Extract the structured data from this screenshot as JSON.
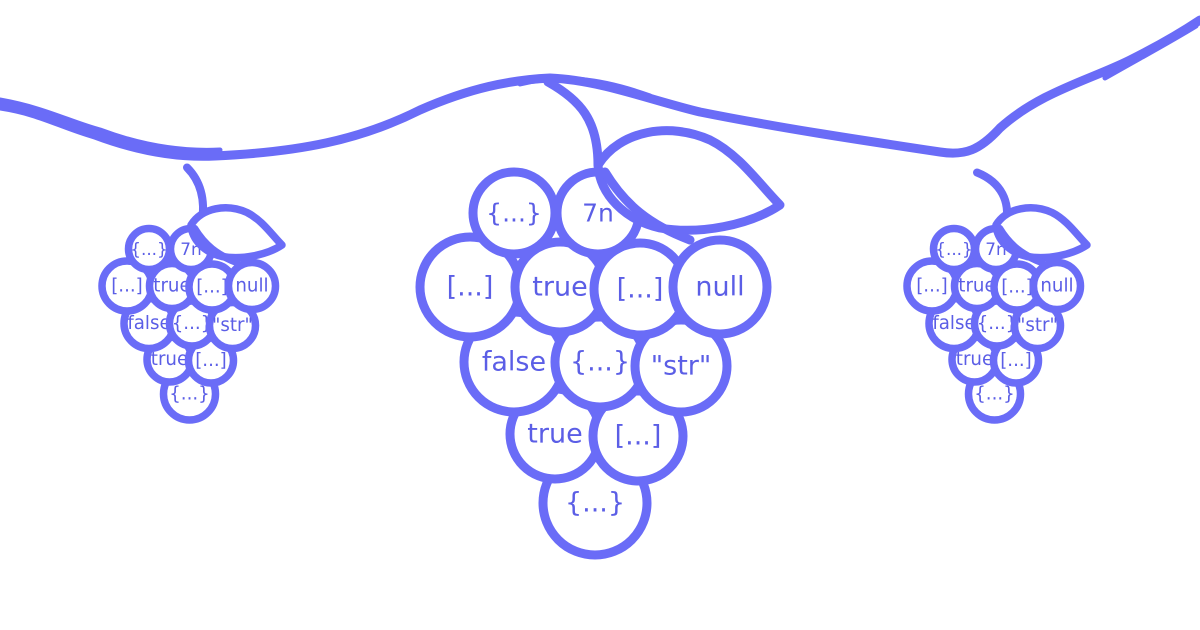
{
  "colors": {
    "stroke": "#6a6cf7",
    "text": "#5b5ee6",
    "background": "#ffffff"
  },
  "bunches": [
    {
      "name": "left",
      "labels": [
        "{...}",
        "7n",
        "[...]",
        "true",
        "[...]",
        "null",
        "false",
        "{...}",
        "\"str\"",
        "true",
        "[...]",
        "{...}"
      ]
    },
    {
      "name": "center",
      "labels": [
        "{...}",
        "7n",
        "[...]",
        "true",
        "[...]",
        "null",
        "false",
        "{...}",
        "\"str\"",
        "true",
        "[...]",
        "{...}"
      ]
    },
    {
      "name": "right",
      "labels": [
        "{...}",
        "7n",
        "[...]",
        "true",
        "[...]",
        "null",
        "false",
        "{...}",
        "\"str\"",
        "true",
        "[...]",
        "{...}"
      ]
    }
  ]
}
